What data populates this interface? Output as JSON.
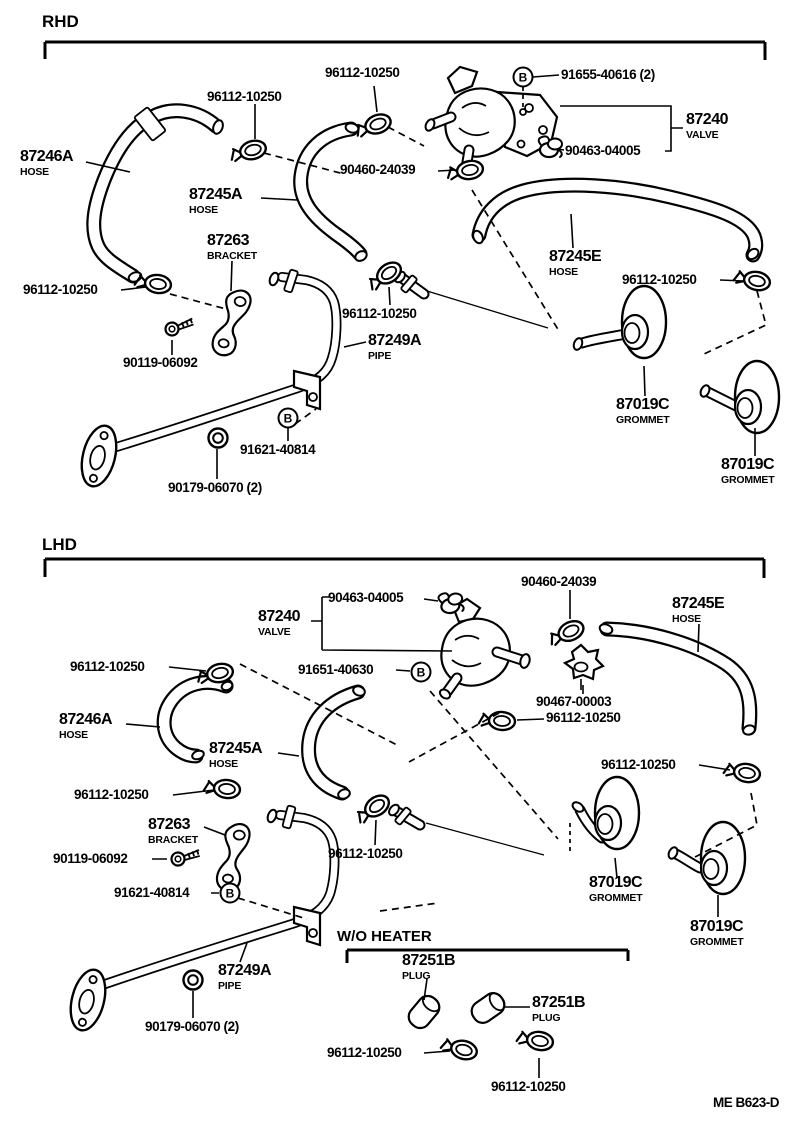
{
  "footer": {
    "code": "ME B623-D"
  },
  "symbols": {
    "bolt_ref": "B"
  },
  "rhd": {
    "title": "RHD",
    "labels": {
      "clamp_top_left": {
        "part": "96112-10250"
      },
      "clamp_top": {
        "part": "96112-10250"
      },
      "bolt_ref": {
        "part": "91655-40616 (2)"
      },
      "valve": {
        "part": "87240",
        "sub": "VALVE"
      },
      "clamp_90463": {
        "part": "90463-04005"
      },
      "clamp_90460": {
        "part": "90460-24039"
      },
      "hose_a": {
        "part": "87246A",
        "sub": "HOSE"
      },
      "hose_b": {
        "part": "87245A",
        "sub": "HOSE"
      },
      "hose_e": {
        "part": "87245E",
        "sub": "HOSE"
      },
      "bracket": {
        "part": "87263",
        "sub": "BRACKET"
      },
      "clamp_left": {
        "part": "96112-10250"
      },
      "clamp_mid": {
        "part": "96112-10250"
      },
      "clamp_right": {
        "part": "96112-10250"
      },
      "pipe": {
        "part": "87249A",
        "sub": "PIPE"
      },
      "bolt": {
        "part": "90119-06092"
      },
      "nut": {
        "part": "91621-40814"
      },
      "nut2": {
        "part": "90179-06070 (2)"
      },
      "grommet1": {
        "part": "87019C",
        "sub": "GROMMET"
      },
      "grommet2": {
        "part": "87019C",
        "sub": "GROMMET"
      }
    }
  },
  "lhd": {
    "title": "LHD",
    "labels": {
      "clamp_90460": {
        "part": "90460-24039"
      },
      "hose_e": {
        "part": "87245E",
        "sub": "HOSE"
      },
      "clamp_90463": {
        "part": "90463-04005"
      },
      "valve": {
        "part": "87240",
        "sub": "VALVE"
      },
      "clamp_top_left": {
        "part": "96112-10250"
      },
      "bolt_ref": {
        "part": "91651-40630"
      },
      "hose_a": {
        "part": "87246A",
        "sub": "HOSE"
      },
      "hose_b": {
        "part": "87245A",
        "sub": "HOSE"
      },
      "joint": {
        "part": "90467-00003"
      },
      "clamp_mid": {
        "part": "96112-10250"
      },
      "clamp_left": {
        "part": "96112-10250"
      },
      "clamp_right": {
        "part": "96112-10250"
      },
      "bracket": {
        "part": "87263",
        "sub": "BRACKET"
      },
      "bolt": {
        "part": "90119-06092"
      },
      "nut": {
        "part": "91621-40814"
      },
      "clamp_pipe": {
        "part": "96112-10250"
      },
      "pipe": {
        "part": "87249A",
        "sub": "PIPE"
      },
      "nut2": {
        "part": "90179-06070 (2)"
      },
      "grommet1": {
        "part": "87019C",
        "sub": "GROMMET"
      },
      "grommet2": {
        "part": "87019C",
        "sub": "GROMMET"
      }
    }
  },
  "wo": {
    "title": "W/O HEATER",
    "labels": {
      "plug1": {
        "part": "87251B",
        "sub": "PLUG"
      },
      "plug2": {
        "part": "87251B",
        "sub": "PLUG"
      },
      "clamp1": {
        "part": "96112-10250"
      },
      "clamp2": {
        "part": "96112-10250"
      }
    }
  }
}
